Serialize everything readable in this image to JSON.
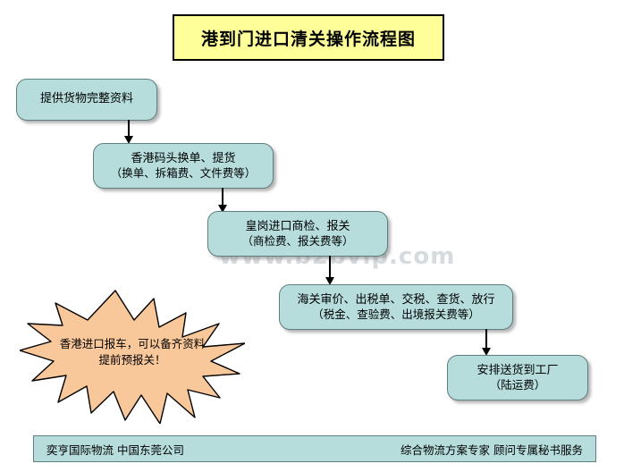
{
  "title": {
    "text": "港到门进口清关操作流程图"
  },
  "watermark": {
    "text": "www.b2bvip.com"
  },
  "nodes": [
    {
      "id": "node-1",
      "line1": "提供货物完整资料",
      "line2": ""
    },
    {
      "id": "node-2",
      "line1": "香港码头换单、提货",
      "line2": "（换单、拆箱费、文件费等）"
    },
    {
      "id": "node-3",
      "line1": "皇岗进口商检、报关",
      "line2": "（商检费、报关费等）"
    },
    {
      "id": "node-4",
      "line1": "海关审价、出税单、交税、查货、放行",
      "line2": "（税金、查验费、出境报关费等）"
    },
    {
      "id": "node-5",
      "line1": "安排送货到工厂",
      "line2": "（陆运费）"
    }
  ],
  "callout": {
    "line1": "香港进口报车，可以备齐资料",
    "line2": "提前预报关！"
  },
  "footer": {
    "left": "奕亨国际物流  中国东莞公司",
    "right": "综合物流方案专家  顾问专属秘书服务"
  },
  "colors": {
    "title_fill": "#ffff99",
    "node_fill": "#b6dcdc",
    "node_border": "#5f7f7f",
    "callout_fill": "#f8c79a",
    "callout_border": "#000000",
    "footer_fill": "#b6dcdc"
  }
}
